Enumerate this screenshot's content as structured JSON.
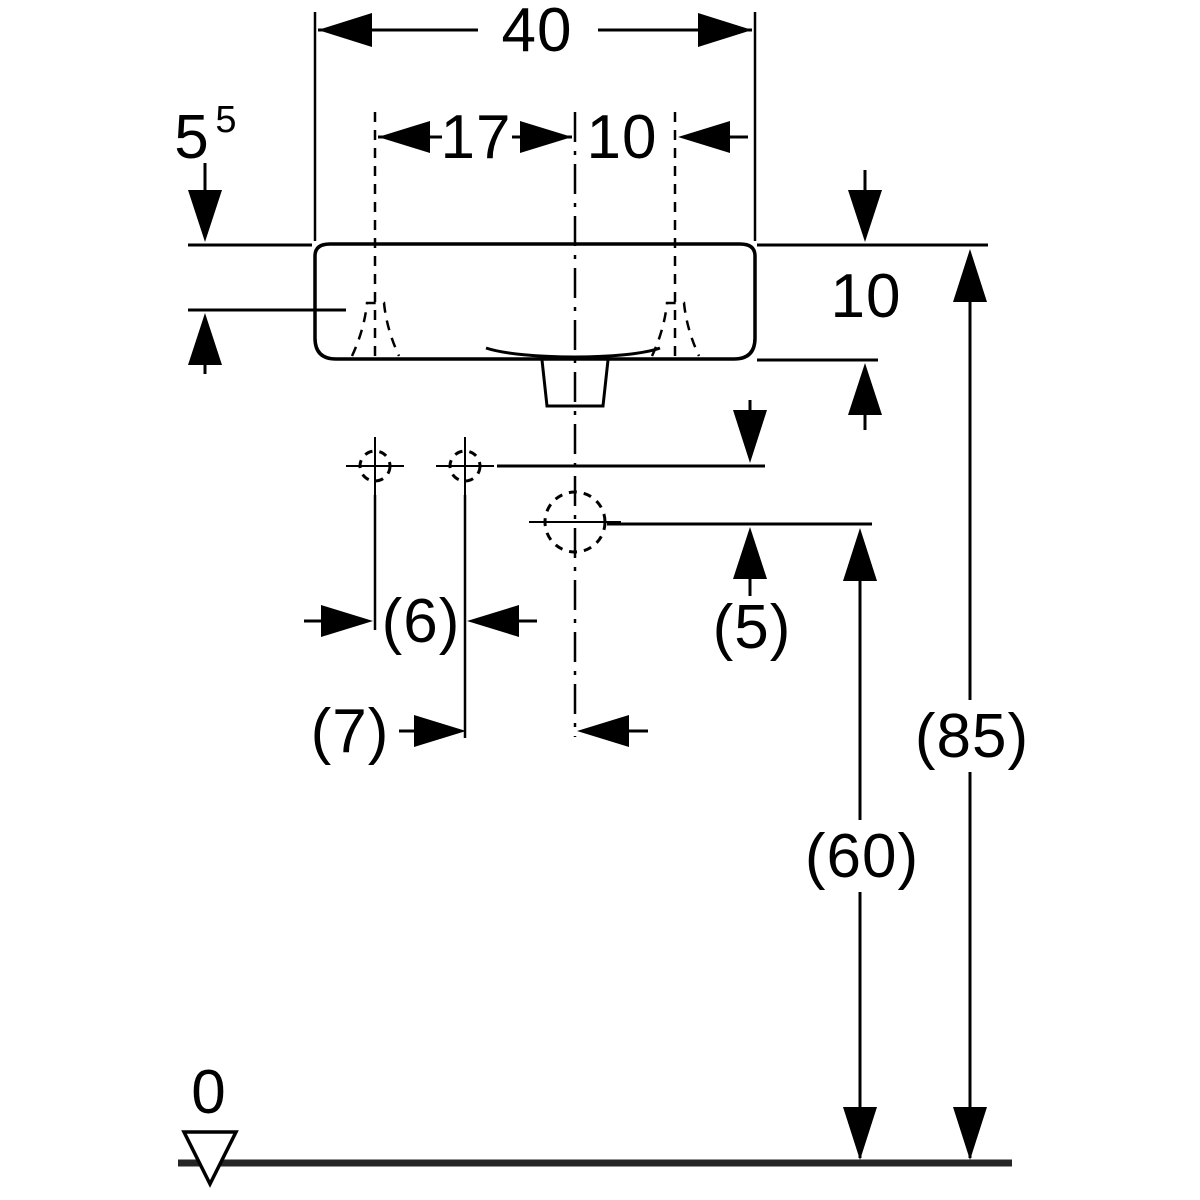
{
  "drawing": {
    "colors": {
      "ink": "#000000",
      "paper": "#ffffff",
      "ground_line": "#262626"
    },
    "dims": {
      "total_width": "40",
      "left_tap_offset": "17",
      "right_tap_offset": "10",
      "rim_to_deck_main": "5",
      "rim_to_deck_sup": "5",
      "basin_height": "10",
      "fixing_hole_pitch": "(6)",
      "fixing_hole_offset": "(7)",
      "hole_to_outlet_drop": "(5)",
      "rim_height": "(85)",
      "outlet_height": "(60)",
      "floor_datum": "0"
    }
  }
}
